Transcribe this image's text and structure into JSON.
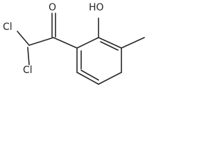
{
  "molecule": {
    "atom_labels": {
      "hydroxyl": "HO",
      "carbonyl_oxygen": "O",
      "chlorine_top": "Cl",
      "chlorine_bottom": "Cl"
    },
    "colors": {
      "bond": "#262626",
      "label": "#262626",
      "background": "#ffffff"
    }
  }
}
